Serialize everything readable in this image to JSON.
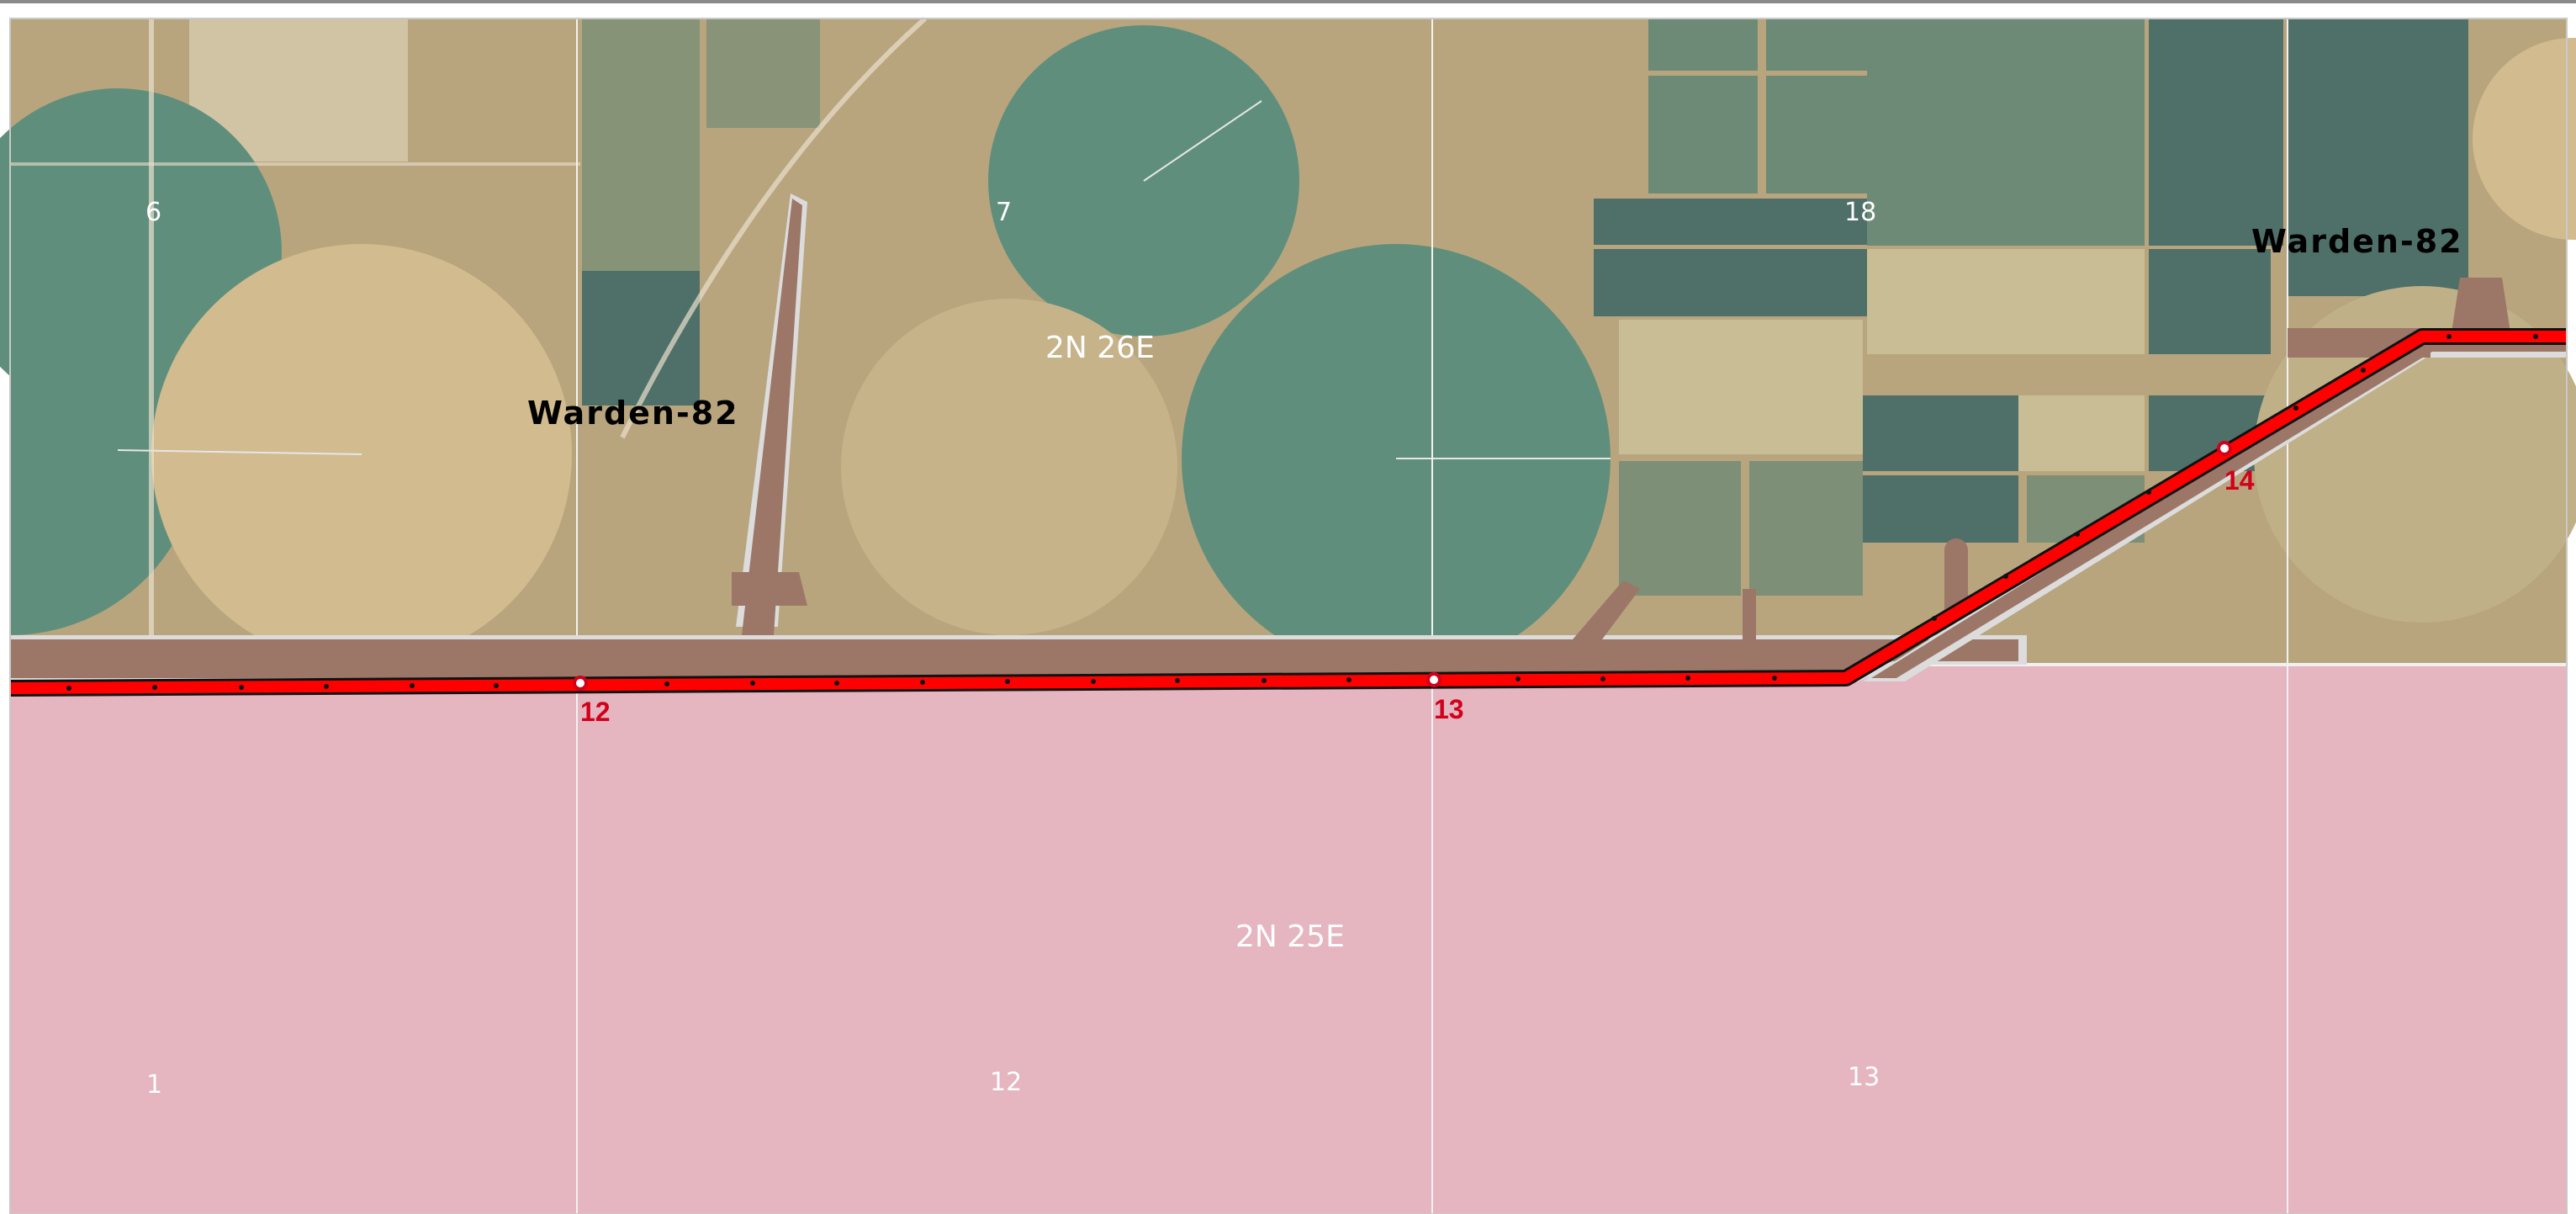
{
  "map": {
    "colors": {
      "farmland": "#b8a57e",
      "pivot_green": "#5f8f7c",
      "pivot_dry": "#d2bb8e",
      "field_dark": "#4f6f69",
      "field_mid": "#6d8a77",
      "field_light": "#c9bd95",
      "restricted_zone": "#e5b5c0",
      "corridor_fill": "#9c7767",
      "corridor_halo": "#dcdcdc",
      "route_red": "#ff0000",
      "section_line": "#f2f2f2",
      "marker_text": "#d0021b"
    },
    "township_labels": [
      "2N 26E",
      "2N 25E"
    ],
    "section_labels": [
      "6",
      "7",
      "18",
      "1",
      "12",
      "13"
    ],
    "route_labels": [
      "Warden-82",
      "Warden-82"
    ],
    "milepost_labels": [
      "12",
      "13",
      "14"
    ]
  }
}
